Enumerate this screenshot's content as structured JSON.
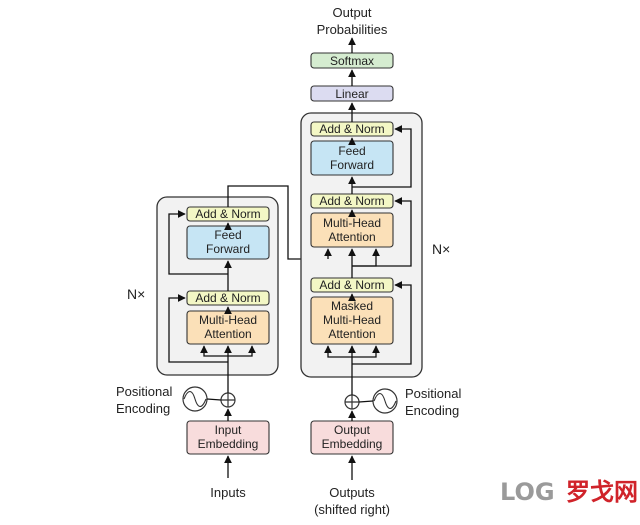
{
  "encoder": {
    "add_norm_top": "Add & Norm",
    "feed_forward": [
      "Feed",
      "Forward"
    ],
    "add_norm_bottom": "Add & Norm",
    "attention": [
      "Multi-Head",
      "Attention"
    ],
    "repeat": "N×",
    "input_embedding": [
      "Input",
      "Embedding"
    ],
    "positional_encoding": [
      "Positional",
      "Encoding"
    ],
    "input_label": "Inputs"
  },
  "decoder": {
    "output_probabilities": [
      "Output",
      "Probabilities"
    ],
    "softmax": "Softmax",
    "linear": "Linear",
    "add_norm_top": "Add & Norm",
    "feed_forward": [
      "Feed",
      "Forward"
    ],
    "add_norm_mid": "Add & Norm",
    "cross_attention": [
      "Multi-Head",
      "Attention"
    ],
    "add_norm_bottom": "Add & Norm",
    "masked_attention": [
      "Masked",
      "Multi-Head",
      "Attention"
    ],
    "repeat": "N×",
    "output_embedding": [
      "Output",
      "Embedding"
    ],
    "positional_encoding": [
      "Positional",
      "Encoding"
    ],
    "output_label": [
      "Outputs",
      "(shifted right)"
    ]
  },
  "watermark": {
    "latin": "LOG",
    "cjk": "罗戈网"
  },
  "colors": {
    "add_norm": "#f3f7c5",
    "feed_forward": "#c6e5f4",
    "attention": "#fbe0b8",
    "embedding": "#f8dcdc",
    "softmax": "#d5ecd0",
    "linear": "#dcdcf1",
    "stack_bg": "#f2f2f2",
    "watermark_red": "#d0232a"
  },
  "icons": [
    "sine-wave-icon",
    "plus-circle-icon",
    "arrow-icon"
  ]
}
